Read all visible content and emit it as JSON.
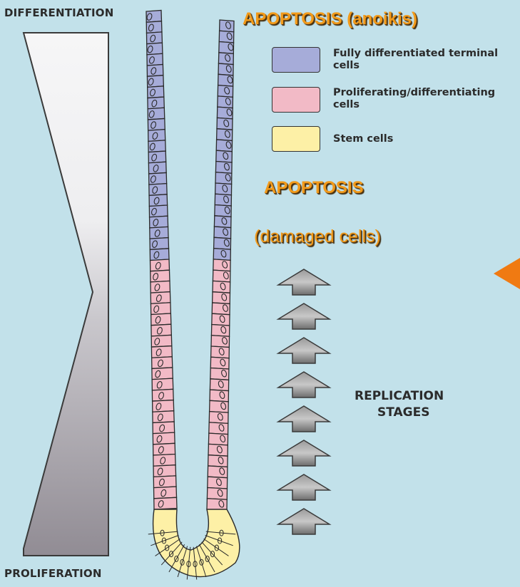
{
  "gradient": {
    "top_label": "DIFFERENTIATION",
    "bottom_label": "PROLIFERATION"
  },
  "titles": {
    "apoptosis_anoikis": "APOPTOSIS (anoikis)",
    "apoptosis": "APOPTOSIS",
    "damaged_cells": "(damaged cells)"
  },
  "legend": [
    {
      "label": "Fully differentiated terminal cells",
      "color": "#a6acd9"
    },
    {
      "label": "Proliferating/differentiating cells",
      "color": "#f2bac6"
    },
    {
      "label": "Stem cells",
      "color": "#fdf0a6"
    }
  ],
  "replication": {
    "label_line1": "REPLICATION",
    "label_line2": "STAGES",
    "arrow_count": 8
  },
  "colors": {
    "background": "#c2e1ea",
    "title_orange": "#f29a1a",
    "marker_orange": "#f07a12",
    "differentiated": "#a6acd9",
    "proliferating": "#f2bac6",
    "stem": "#fdf0a6"
  }
}
